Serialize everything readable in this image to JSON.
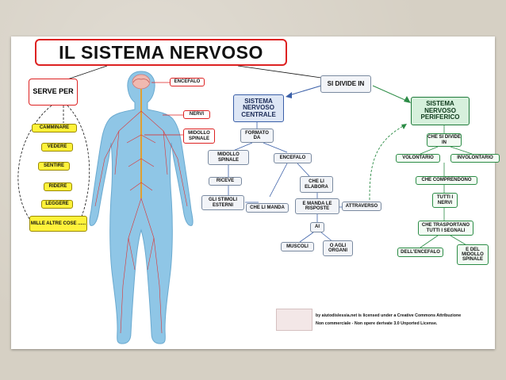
{
  "title": "IL SISTEMA NERVOSO",
  "serve_per": "SERVE PER",
  "uses": [
    "CAMMINARE",
    "VEDERE",
    "SENTIRE",
    "RIDERE",
    "LEGGERE",
    "MILLE ALTRE COSE ......"
  ],
  "body_labels": {
    "encefalo": "ENCEFALO",
    "nervi": "NERVI",
    "midollo": "MIDOLLO SPINALE"
  },
  "divide": "SI DIVIDE IN",
  "central": {
    "title": "SISTEMA NERVOSO CENTRALE",
    "formato_da": "FORMATO DA",
    "midollo": "MIDOLLO SPINALE",
    "encefalo": "ENCEFALO",
    "riceve": "RICEVE",
    "stimoli": "GLI STIMOLI ESTERNI",
    "che_li_manda": "CHE LI MANDA",
    "che_li_elabora": "CHE LI ELABORA",
    "e_manda": "E MANDA LE RISPOSTE",
    "ai": "AI",
    "muscoli": "MUSCOLI",
    "organi": "O AGLI ORGANI",
    "attraverso": "ATTRAVERSO"
  },
  "peripheral": {
    "title": "SISTEMA NERVOSO PERIFERICO",
    "che_si_divide": "CHE SI DIVIDE IN",
    "volontario": "VOLONTARIO",
    "involontario": "INVOLONTARIO",
    "che_comprendono": "CHE COMPRENDONO",
    "tutti_nervi": "TUTTI I NERVI",
    "che_trasportano": "CHE TRASPORTANO TUTTI I SEGNALI",
    "dell_encefalo": "DELL'ENCEFALO",
    "e_del_midollo": "E DEL MIDOLLO SPINALE"
  },
  "credit_line1": "by aiutodislessia.net is licensed under a Creative Commons Attribuzione",
  "credit_line2": "Non commerciale - Non opere derivate 3.0 Unported License.",
  "colors": {
    "red": "#dd2222",
    "blue": "#3a5fa8",
    "green": "#2c8c46",
    "yellow": "#fff23a",
    "body": "#8fc6e6"
  }
}
